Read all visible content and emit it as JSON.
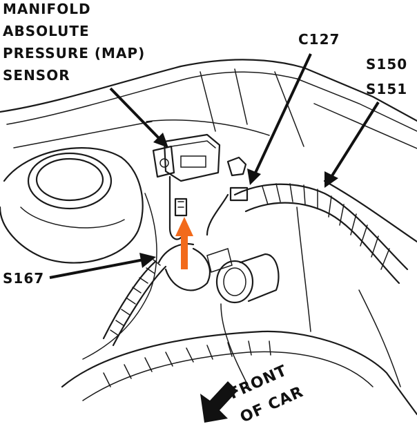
{
  "labels": {
    "map_line1": "MANIFOLD",
    "map_line2": "ABSOLUTE",
    "map_line3": "PRESSURE (MAP)",
    "map_line4": "SENSOR",
    "c127": "C127",
    "s150": "S150",
    "s151": "S151",
    "s167": "S167",
    "front_line1": "FRONT",
    "front_line2": "OF CAR"
  },
  "colors": {
    "ink": "#111111",
    "highlight_arrow": "#f26a1b"
  },
  "icons": {
    "front_direction": "arrow-down-left-icon"
  }
}
